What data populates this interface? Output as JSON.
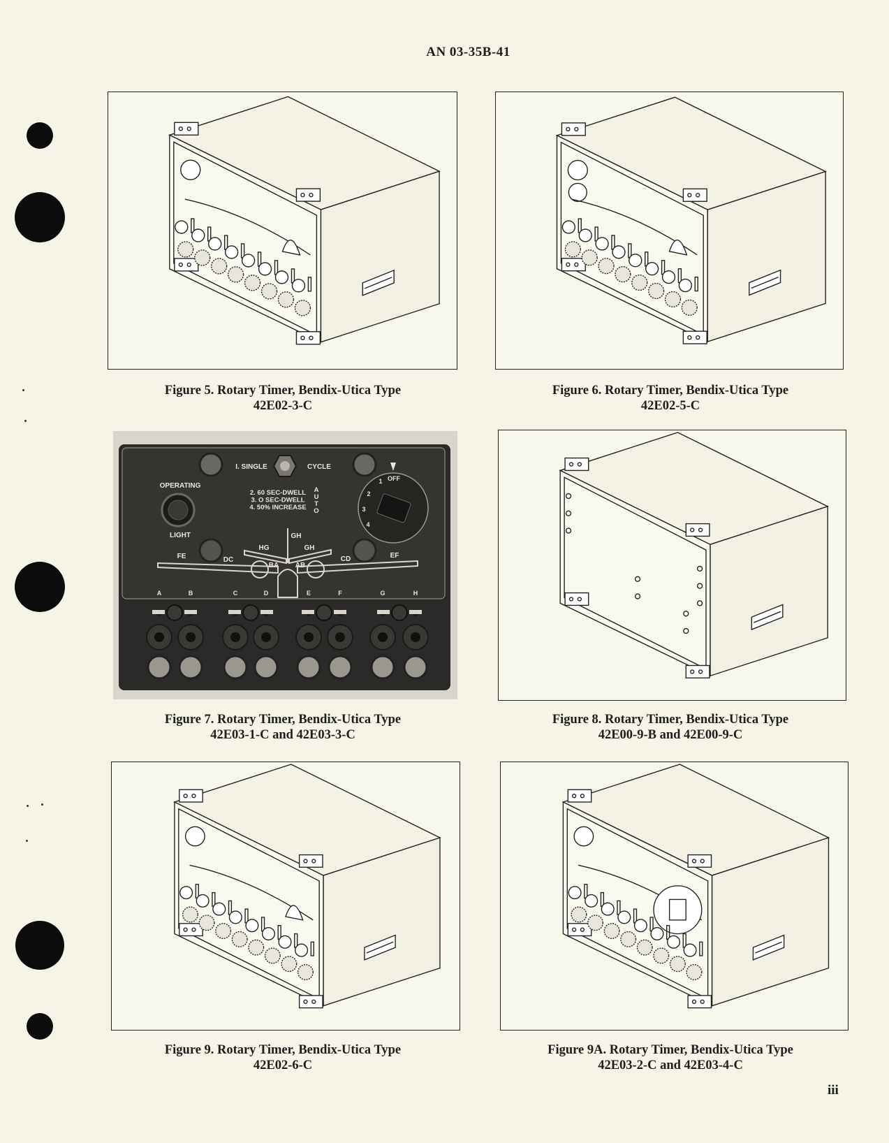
{
  "header": {
    "doc_number": "AN 03-35B-41"
  },
  "page_number": "iii",
  "figures": [
    {
      "id": "fig5",
      "line1": "Figure 5.  Rotary Timer, Bendix-Utica Type",
      "line2": "42E02-3-C",
      "style": "front-panel"
    },
    {
      "id": "fig6",
      "line1": "Figure 6.  Rotary Timer, Bendix-Utica Type",
      "line2": "42E02-5-C",
      "style": "front-panel-dual"
    },
    {
      "id": "fig7",
      "line1": "Figure 7.  Rotary Timer, Bendix-Utica Type",
      "line2": "42E03-1-C and 42E03-3-C",
      "style": "photo",
      "panel_labels": {
        "single": "I. SINGLE",
        "cycle": "CYCLE",
        "operating": "OPERATING",
        "light": "LIGHT",
        "dwell_60": "2. 60 SEC-DWELL",
        "dwell_0": "3.  O  SEC-DWELL",
        "increase": "4. 50% INCREASE",
        "auto": [
          "A",
          "U",
          "T",
          "O"
        ],
        "off": "OFF",
        "dial_positions": [
          "1",
          "2",
          "3",
          "4"
        ],
        "wing_labels": {
          "fe": "FE",
          "dc": "DC",
          "hg": "HG",
          "gh_top": "GH",
          "gh": "GH",
          "ba": "BA",
          "ab": "AB",
          "cd": "CD",
          "ef": "EF"
        },
        "channels": [
          "A",
          "B",
          "C",
          "D",
          "E",
          "F",
          "G",
          "H"
        ]
      }
    },
    {
      "id": "fig8",
      "line1": "Figure 8.  Rotary Timer, Bendix-Utica Type",
      "line2": "42E00-9-B and 42E00-9-C",
      "style": "rear"
    },
    {
      "id": "fig9",
      "line1": "Figure 9.  Rotary Timer, Bendix-Utica Type",
      "line2": "42E02-6-C",
      "style": "front-panel"
    },
    {
      "id": "fig9a",
      "line1": "Figure 9A.  Rotary Timer, Bendix-Utica Type",
      "line2": "42E03-2-C and 42E03-4-C",
      "style": "front-panel-dial"
    }
  ]
}
